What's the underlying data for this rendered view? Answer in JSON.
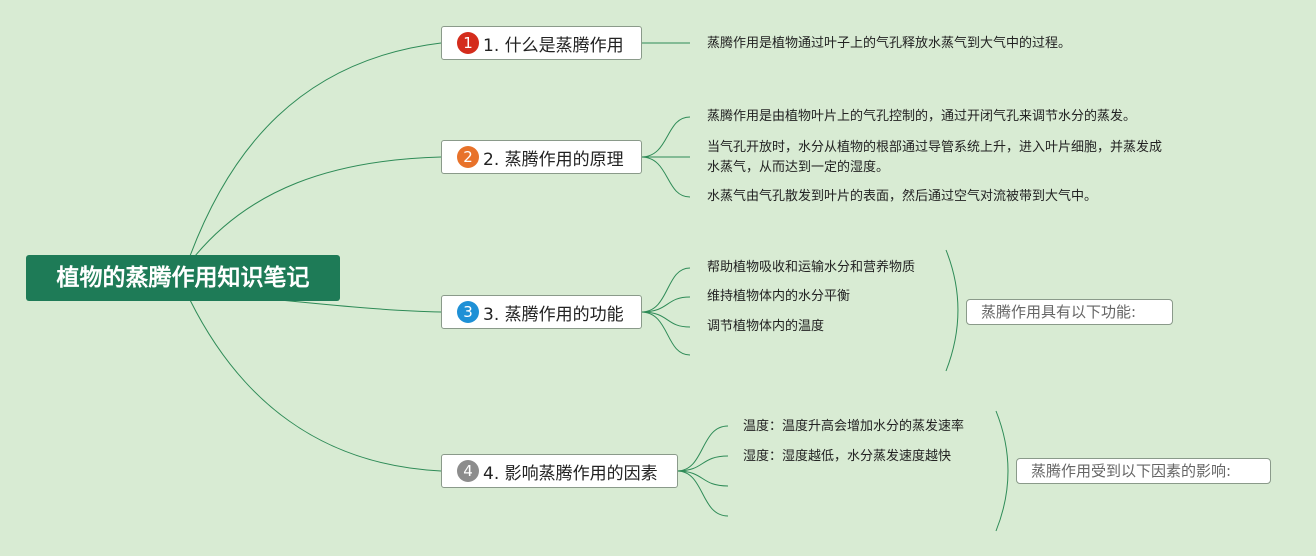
{
  "colors": {
    "background": "#d8ebd3",
    "root_bg": "#1e7b57",
    "line": "#2e8b57",
    "badge1": "#d42c1c",
    "badge2": "#e8722a",
    "badge3": "#1e90d6",
    "badge4": "#8c8c8c"
  },
  "root": {
    "title": "植物的蒸腾作用知识笔记"
  },
  "branches": [
    {
      "number": "1",
      "label": "1. 什么是蒸腾作用",
      "leaves": [
        "蒸腾作用是植物通过叶子上的气孔释放水蒸气到大气中的过程。"
      ]
    },
    {
      "number": "2",
      "label": "2. 蒸腾作用的原理",
      "leaves": [
        "蒸腾作用是由植物叶片上的气孔控制的，通过开闭气孔来调节水分的蒸发。",
        "当气孔开放时，水分从植物的根部通过导管系统上升，进入叶片细胞，并蒸发成",
        "水蒸气，从而达到一定的湿度。",
        "水蒸气由气孔散发到叶片的表面，然后通过空气对流被带到大气中。"
      ]
    },
    {
      "number": "3",
      "label": "3. 蒸腾作用的功能",
      "leaves": [
        "帮助植物吸收和运输水分和营养物质",
        "维持植物体内的水分平衡",
        "调节植物体内的温度"
      ],
      "summary": "蒸腾作用具有以下功能:"
    },
    {
      "number": "4",
      "label": "4. 影响蒸腾作用的因素",
      "leaves": [
        "温度：温度升高会增加水分的蒸发速率",
        "湿度：湿度越低，水分蒸发速度越快"
      ],
      "summary": "蒸腾作用受到以下因素的影响:"
    }
  ]
}
